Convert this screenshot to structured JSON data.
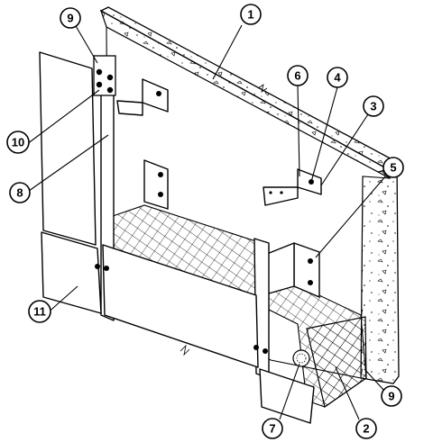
{
  "diagram": {
    "callouts": [
      {
        "id": "c1",
        "label": "1"
      },
      {
        "id": "c2",
        "label": "2"
      },
      {
        "id": "c3",
        "label": "3"
      },
      {
        "id": "c4",
        "label": "4"
      },
      {
        "id": "c5",
        "label": "5"
      },
      {
        "id": "c6",
        "label": "6"
      },
      {
        "id": "c7",
        "label": "7"
      },
      {
        "id": "c8",
        "label": "8"
      },
      {
        "id": "c9a",
        "label": "9"
      },
      {
        "id": "c9b",
        "label": "9"
      },
      {
        "id": "c10",
        "label": "10"
      },
      {
        "id": "c11",
        "label": "11"
      }
    ],
    "colors": {
      "ink": "#000000",
      "paper": "#ffffff"
    }
  }
}
